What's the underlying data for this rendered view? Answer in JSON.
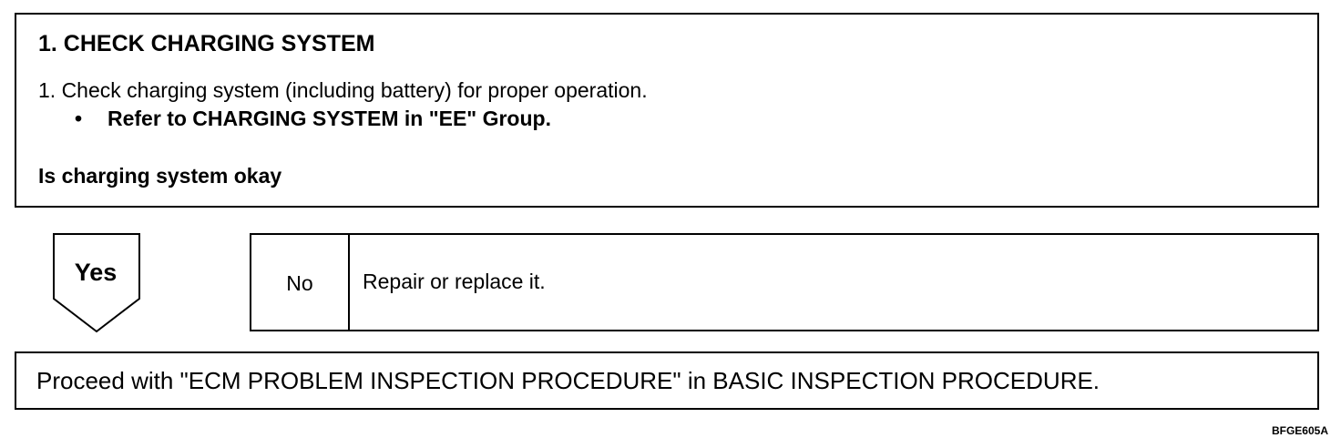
{
  "step": {
    "title": "1.  CHECK CHARGING SYSTEM",
    "instruction": "1. Check charging system (including battery) for proper operation.",
    "bullet_symbol": "•",
    "bullet_text": "Refer to CHARGING SYSTEM in  \"EE\" Group.",
    "question": "Is charging system okay"
  },
  "yes_branch": {
    "label": "Yes"
  },
  "no_branch": {
    "label": "No",
    "action": "Repair or replace it."
  },
  "next_step": {
    "text": "Proceed with \"ECM PROBLEM INSPECTION PROCEDURE\" in BASIC INSPECTION PROCEDURE."
  },
  "figure_code": "BFGE605A"
}
